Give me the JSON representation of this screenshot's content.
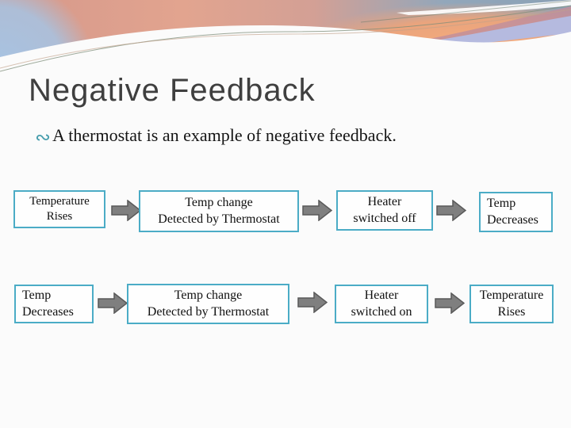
{
  "slide": {
    "title": "Negative Feedback",
    "bullet": {
      "icon_glyph": "∾",
      "text": "A thermostat is an example of negative feedback."
    }
  },
  "flow": {
    "rows": [
      {
        "boxes": [
          {
            "line1": "Temperature",
            "line2": "Rises"
          },
          {
            "line1": "Temp change",
            "line2": "Detected by Thermostat"
          },
          {
            "line1": "Heater",
            "line2": "switched off"
          },
          {
            "line1": "Temp",
            "line2": "Decreases"
          }
        ]
      },
      {
        "boxes": [
          {
            "line1": "Temp",
            "line2": "Decreases"
          },
          {
            "line1": "Temp change",
            "line2": "Detected by Thermostat"
          },
          {
            "line1": "Heater",
            "line2": "switched on"
          },
          {
            "line1": "Temperature",
            "line2": "Rises"
          }
        ]
      }
    ]
  },
  "colors": {
    "box_border": "#4BACC6",
    "arrow_fill": "#7F7F7F",
    "arrow_outline": "#595959",
    "title_text": "#3F3F3F",
    "body_text": "#141414",
    "bullet_icon": "#4A9FAE",
    "header_salmon": "#E2A48F",
    "header_slate_blue": "#8BA1B5",
    "header_orange": "#F2A477",
    "header_lavender": "#B5BADF",
    "header_rose": "#C28F9B",
    "header_sky_blue": "#A6C4E4"
  }
}
